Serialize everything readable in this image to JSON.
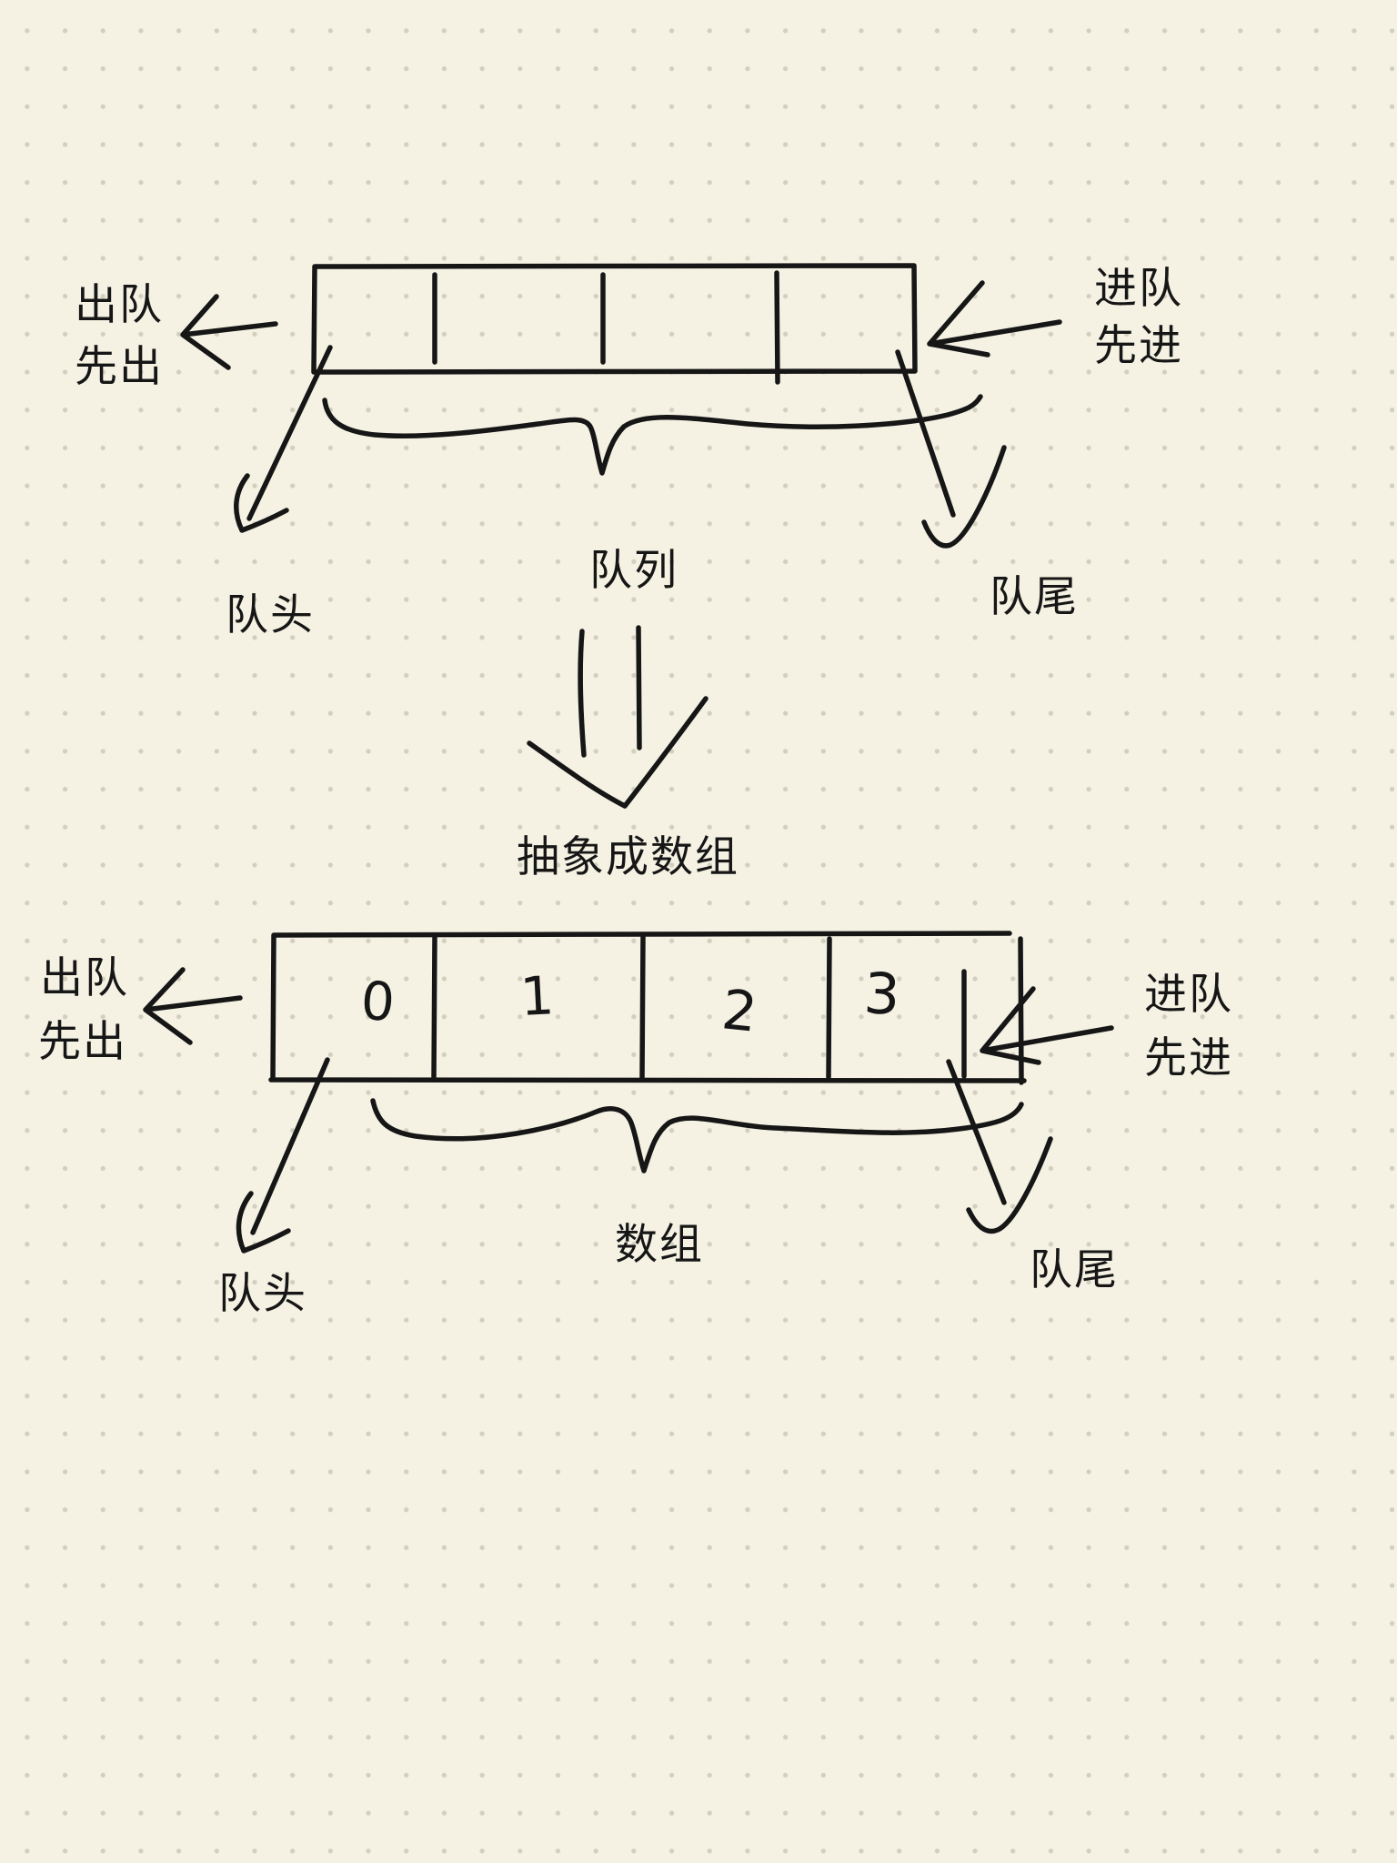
{
  "page": {
    "background_color": "#f5f2e3",
    "ink_color": "#161616",
    "dot_color": "#d2cfbf"
  },
  "top_diagram": {
    "dequeue": {
      "line1": "出队",
      "line2": "先出"
    },
    "enqueue": {
      "line1": "进队",
      "line2": "先进"
    },
    "head_label": "队头",
    "body_label": "队列",
    "tail_label": "队尾"
  },
  "transform": {
    "label": "抽象成数组"
  },
  "bottom_diagram": {
    "dequeue": {
      "line1": "出队",
      "line2": "先出"
    },
    "enqueue": {
      "line1": "进队",
      "line2": "先进"
    },
    "head_label": "队头",
    "body_label": "数组",
    "tail_label": "队尾",
    "cells": [
      "0",
      "1",
      "2",
      "3"
    ]
  }
}
